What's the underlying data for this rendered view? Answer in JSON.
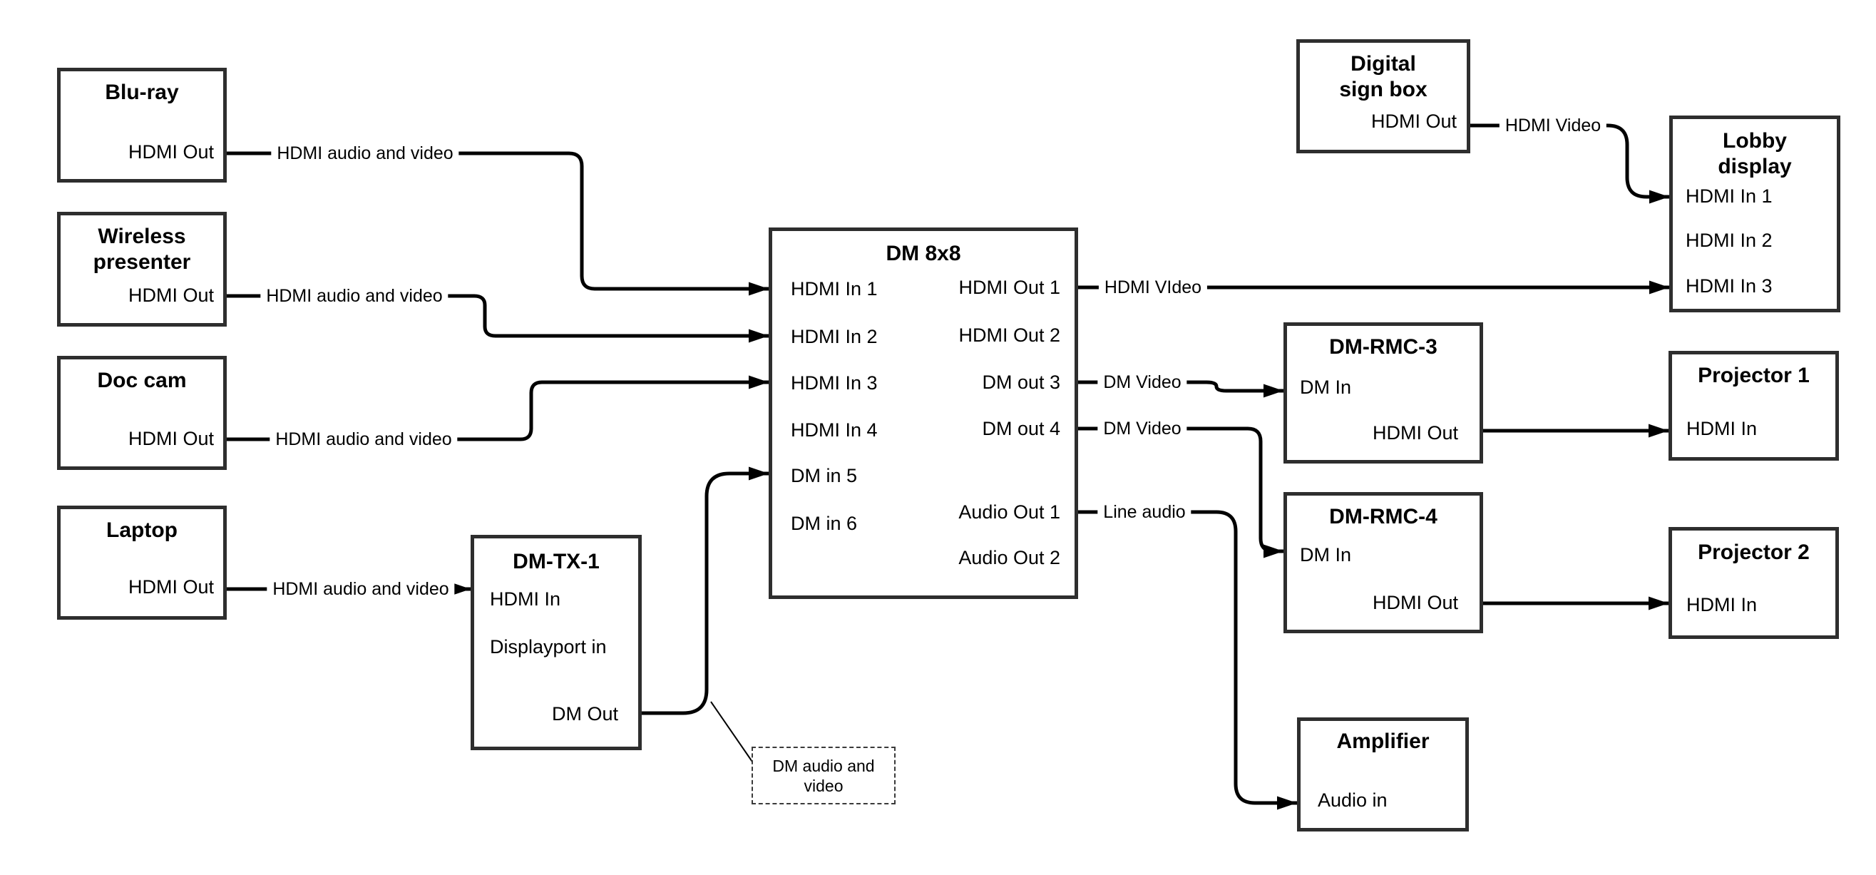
{
  "colors": {
    "wire": "#000000",
    "node_border": "#2e2e2e",
    "background": "#ffffff",
    "text": "#000000"
  },
  "nodes": {
    "bluray": {
      "title": "Blu-ray",
      "port_hdmi_out": "HDMI Out"
    },
    "wireless": {
      "title": "Wireless presenter",
      "port_hdmi_out": "HDMI Out"
    },
    "doccam": {
      "title": "Doc cam",
      "port_hdmi_out": "HDMI Out"
    },
    "laptop": {
      "title": "Laptop",
      "port_hdmi_out": "HDMI Out"
    },
    "dmtx1": {
      "title": "DM-TX-1",
      "port_hdmi_in": "HDMI In",
      "port_displayport_in": "Displayport in",
      "port_dm_out": "DM Out"
    },
    "dm8x8": {
      "title": "DM 8x8",
      "in1": "HDMI In 1",
      "in2": "HDMI In 2",
      "in3": "HDMI In 3",
      "in4": "HDMI In 4",
      "in5": "DM in 5",
      "in6": "DM in 6",
      "out1": "HDMI Out 1",
      "out2": "HDMI Out 2",
      "out3": "DM out 3",
      "out4": "DM out 4",
      "aout1": "Audio Out 1",
      "aout2": "Audio Out 2"
    },
    "digital_sign": {
      "title": "Digital sign box",
      "port_hdmi_out": "HDMI Out"
    },
    "lobby": {
      "title": "Lobby display",
      "in1": "HDMI In 1",
      "in2": "HDMI In 2",
      "in3": "HDMI In 3"
    },
    "dmrmc3": {
      "title": "DM-RMC-3",
      "port_dm_in": "DM In",
      "port_hdmi_out": "HDMI Out"
    },
    "proj1": {
      "title": "Projector 1",
      "port_hdmi_in": "HDMI In"
    },
    "dmrmc4": {
      "title": "DM-RMC-4",
      "port_dm_in": "DM In",
      "port_hdmi_out": "HDMI Out"
    },
    "proj2": {
      "title": "Projector 2",
      "port_hdmi_in": "HDMI In"
    },
    "amplifier": {
      "title": "Amplifier",
      "port_audio_in": "Audio in"
    }
  },
  "edges": {
    "bluray_to_in1": {
      "label": "HDMI audio and video"
    },
    "wireless_to_in2": {
      "label": "HDMI audio and video"
    },
    "doccam_to_in3": {
      "label": "HDMI audio and video"
    },
    "laptop_to_dmtx1": {
      "label": "HDMI audio and video"
    },
    "out1_to_lobby": {
      "label": "HDMI VIdeo"
    },
    "out3_to_dmrmc3": {
      "label": "DM Video"
    },
    "out4_to_dmrmc4": {
      "label": "DM Video"
    },
    "aout1_to_amp": {
      "label": "Line audio"
    },
    "digisign_to_lobby": {
      "label": "HDMI Video"
    }
  },
  "callout": {
    "line1": "DM audio and",
    "line2": "video"
  }
}
